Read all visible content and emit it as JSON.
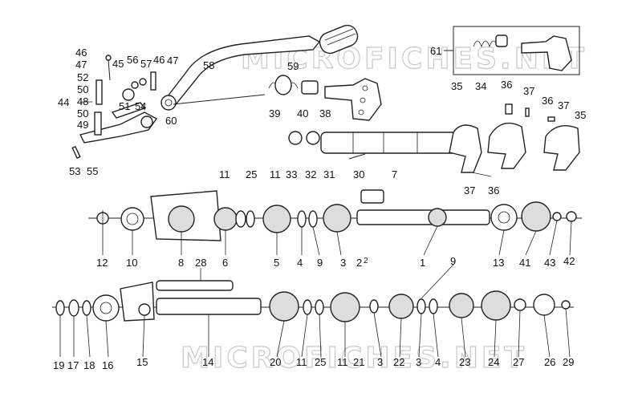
{
  "watermark": {
    "top": "MICROFICHES.NET",
    "bottom": "MICROFICHES.NET"
  },
  "labels": [
    {
      "id": "46a",
      "text": "46"
    },
    {
      "id": "47a",
      "text": "47"
    },
    {
      "id": "52",
      "text": "52"
    },
    {
      "id": "44",
      "text": "44"
    },
    {
      "id": "50a",
      "text": "50"
    },
    {
      "id": "48",
      "text": "48"
    },
    {
      "id": "50b",
      "text": "50"
    },
    {
      "id": "49",
      "text": "49"
    },
    {
      "id": "45",
      "text": "45"
    },
    {
      "id": "56",
      "text": "56"
    },
    {
      "id": "57",
      "text": "57"
    },
    {
      "id": "46b",
      "text": "46"
    },
    {
      "id": "47b",
      "text": "47"
    },
    {
      "id": "51",
      "text": "51"
    },
    {
      "id": "54",
      "text": "54"
    },
    {
      "id": "60",
      "text": "60"
    },
    {
      "id": "58",
      "text": "58"
    },
    {
      "id": "59",
      "text": "59"
    },
    {
      "id": "53",
      "text": "53"
    },
    {
      "id": "55",
      "text": "55"
    },
    {
      "id": "39",
      "text": "39"
    },
    {
      "id": "40",
      "text": "40"
    },
    {
      "id": "38",
      "text": "38"
    },
    {
      "id": "61",
      "text": "61"
    },
    {
      "id": "35a",
      "text": "35"
    },
    {
      "id": "34",
      "text": "34"
    },
    {
      "id": "36a",
      "text": "36"
    },
    {
      "id": "37a",
      "text": "37"
    },
    {
      "id": "36b",
      "text": "36"
    },
    {
      "id": "37b",
      "text": "37"
    },
    {
      "id": "35b",
      "text": "35"
    },
    {
      "id": "33",
      "text": "33"
    },
    {
      "id": "32",
      "text": "32"
    },
    {
      "id": "31",
      "text": "31"
    },
    {
      "id": "30",
      "text": "30"
    },
    {
      "id": "37c",
      "text": "37"
    },
    {
      "id": "36c",
      "text": "36"
    },
    {
      "id": "7",
      "text": "7"
    },
    {
      "id": "11a",
      "text": "11"
    },
    {
      "id": "25a",
      "text": "25"
    },
    {
      "id": "11b",
      "text": "11"
    },
    {
      "id": "12",
      "text": "12"
    },
    {
      "id": "10",
      "text": "10"
    },
    {
      "id": "8",
      "text": "8"
    },
    {
      "id": "6",
      "text": "6"
    },
    {
      "id": "5",
      "text": "5"
    },
    {
      "id": "4a",
      "text": "4"
    },
    {
      "id": "9a",
      "text": "9"
    },
    {
      "id": "3a",
      "text": "3"
    },
    {
      "id": "2",
      "text": "2"
    },
    {
      "id": "2b",
      "text": "2"
    },
    {
      "id": "1",
      "text": "1"
    },
    {
      "id": "13",
      "text": "13"
    },
    {
      "id": "41",
      "text": "41"
    },
    {
      "id": "43",
      "text": "43"
    },
    {
      "id": "42",
      "text": "42"
    },
    {
      "id": "28",
      "text": "28"
    },
    {
      "id": "9b",
      "text": "9"
    },
    {
      "id": "19",
      "text": "19"
    },
    {
      "id": "17",
      "text": "17"
    },
    {
      "id": "18",
      "text": "18"
    },
    {
      "id": "16",
      "text": "16"
    },
    {
      "id": "15",
      "text": "15"
    },
    {
      "id": "14",
      "text": "14"
    },
    {
      "id": "20",
      "text": "20"
    },
    {
      "id": "11c",
      "text": "11"
    },
    {
      "id": "25b",
      "text": "25"
    },
    {
      "id": "11d",
      "text": "11"
    },
    {
      "id": "21",
      "text": "21"
    },
    {
      "id": "3b",
      "text": "3"
    },
    {
      "id": "22",
      "text": "22"
    },
    {
      "id": "3c",
      "text": "3"
    },
    {
      "id": "4b",
      "text": "4"
    },
    {
      "id": "23",
      "text": "23"
    },
    {
      "id": "24",
      "text": "24"
    },
    {
      "id": "27",
      "text": "27"
    },
    {
      "id": "26",
      "text": "26"
    },
    {
      "id": "29",
      "text": "29"
    }
  ]
}
